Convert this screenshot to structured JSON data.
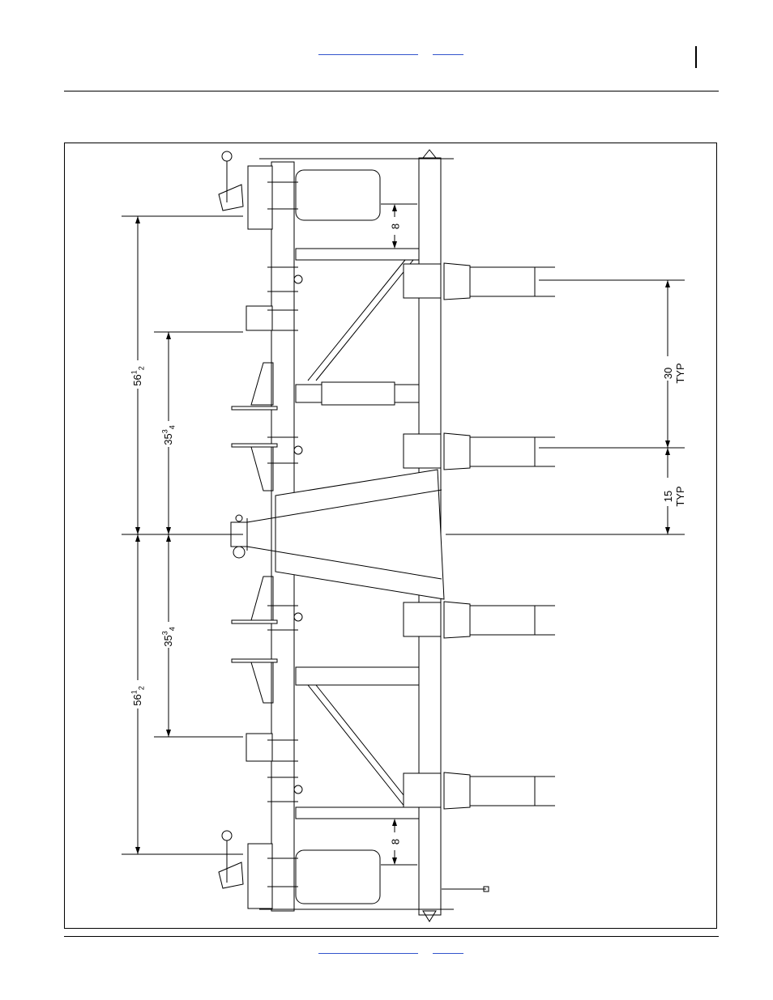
{
  "header": {
    "links": [
      "",
      ""
    ]
  },
  "drawing": {
    "dimensions": [
      {
        "whole": "56",
        "num": "1",
        "den": "2"
      },
      {
        "whole": "35",
        "num": "3",
        "den": "4"
      },
      {
        "whole": "35",
        "num": "3",
        "den": "4"
      },
      {
        "whole": "56",
        "num": "1",
        "den": "2"
      },
      {
        "whole": "8",
        "num": "",
        "den": ""
      },
      {
        "whole": "8",
        "num": "",
        "den": ""
      },
      {
        "whole": "30",
        "num": "",
        "den": "",
        "note": "TYP"
      },
      {
        "whole": "15",
        "num": "",
        "den": "",
        "note": "TYP"
      }
    ]
  },
  "footer": {
    "links": [
      "",
      ""
    ]
  }
}
